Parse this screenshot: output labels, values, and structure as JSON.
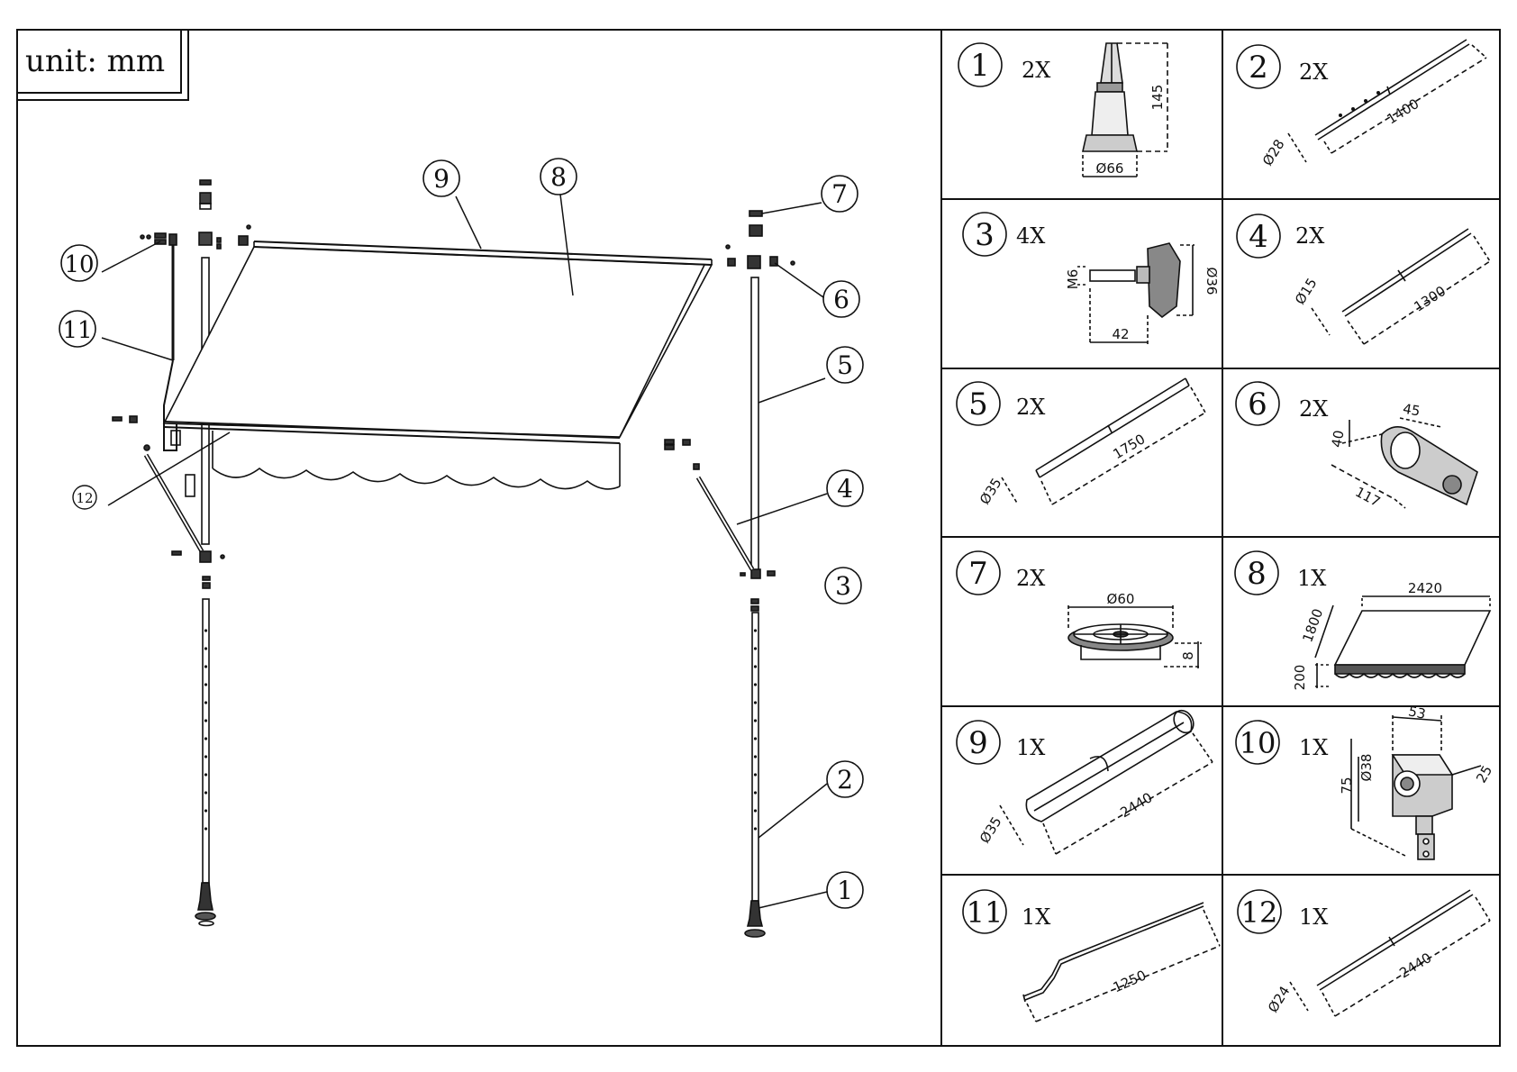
{
  "unit_label": "unit: mm",
  "callouts": [
    "1",
    "2",
    "3",
    "4",
    "5",
    "6",
    "7",
    "8",
    "9",
    "10",
    "11",
    "12"
  ],
  "parts": [
    {
      "num": "1",
      "qty": "2X",
      "dims": [
        "145",
        "Ø66"
      ]
    },
    {
      "num": "2",
      "qty": "2X",
      "dims": [
        "1400",
        "Ø28"
      ]
    },
    {
      "num": "3",
      "qty": "4X",
      "dims": [
        "M6",
        "Ø36",
        "42"
      ]
    },
    {
      "num": "4",
      "qty": "2X",
      "dims": [
        "1300",
        "Ø15"
      ]
    },
    {
      "num": "5",
      "qty": "2X",
      "dims": [
        "1750",
        "Ø35"
      ]
    },
    {
      "num": "6",
      "qty": "2X",
      "dims": [
        "45",
        "40",
        "117"
      ]
    },
    {
      "num": "7",
      "qty": "2X",
      "dims": [
        "Ø60",
        "8"
      ]
    },
    {
      "num": "8",
      "qty": "1X",
      "dims": [
        "2420",
        "1800",
        "200"
      ]
    },
    {
      "num": "9",
      "qty": "1X",
      "dims": [
        "2440",
        "Ø35"
      ]
    },
    {
      "num": "10",
      "qty": "1X",
      "dims": [
        "53",
        "Ø38",
        "75",
        "25"
      ]
    },
    {
      "num": "11",
      "qty": "1X",
      "dims": [
        "1250"
      ]
    },
    {
      "num": "12",
      "qty": "1X",
      "dims": [
        "2440",
        "Ø24"
      ]
    }
  ]
}
